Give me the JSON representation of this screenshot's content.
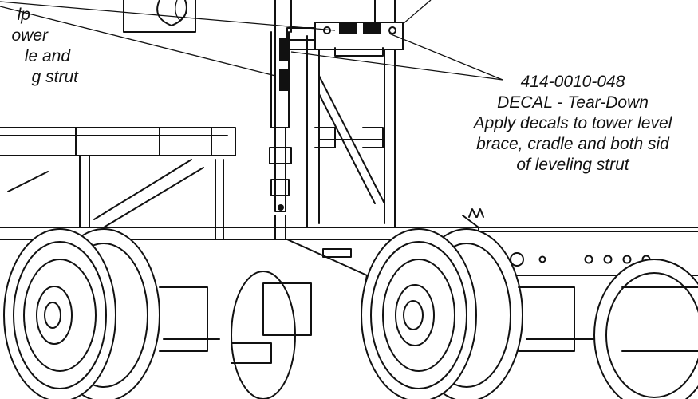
{
  "callout_left": {
    "lines": [
      "lp",
      "ower",
      "le and",
      "g strut"
    ]
  },
  "callout_right": {
    "part_number": "414-0010-048",
    "decal_name": "DECAL - Tear-Down",
    "instructions": [
      "Apply decals to tower level",
      "brace, cradle and both sid",
      "of leveling strut"
    ]
  },
  "colors": {
    "line": "#111111",
    "background": "#ffffff",
    "decal": "#111111"
  },
  "icons": [
    "trailer-illustration",
    "leader-line"
  ]
}
